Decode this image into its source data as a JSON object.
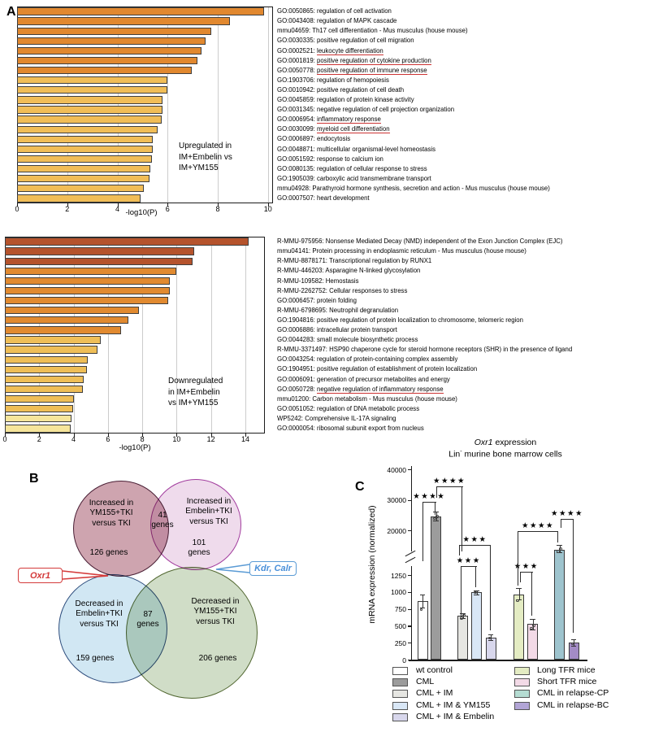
{
  "figure": {
    "panel_a": "A",
    "panel_b": "B",
    "panel_c": "C"
  },
  "chart_data": [
    {
      "type": "bar",
      "orientation": "horizontal",
      "xlabel": "-log10(P)",
      "xlim": [
        0,
        10.2
      ],
      "xticks": [
        0,
        2,
        4,
        6,
        8,
        10
      ],
      "annotation_lines": [
        "Upregulated in",
        "IM+Embelin vs",
        "IM+YM155"
      ],
      "bars": [
        {
          "id": "GO:0050865",
          "term": "regulation of cell activation",
          "value": 9.85,
          "color": "#E1882F",
          "underline": false
        },
        {
          "id": "GO:0043408",
          "term": "regulation of MAPK cascade",
          "value": 8.5,
          "color": "#E1882F",
          "underline": false
        },
        {
          "id": "mmu04659",
          "term": "Th17 cell differentiation - Mus musculus (house mouse)",
          "value": 7.75,
          "color": "#E1882F",
          "underline": false
        },
        {
          "id": "GO:0030335",
          "term": "positive regulation of cell migration",
          "value": 7.5,
          "color": "#E1882F",
          "underline": false
        },
        {
          "id": "GO:0002521",
          "term": "leukocyte differentiation",
          "value": 7.35,
          "color": "#E1882F",
          "underline": true
        },
        {
          "id": "GO:0001819",
          "term": "positive regulation of cytokine production",
          "value": 7.2,
          "color": "#E1882F",
          "underline": true
        },
        {
          "id": "GO:0050778",
          "term": "positive regulation of immune response",
          "value": 6.95,
          "color": "#E1882F",
          "underline": true
        },
        {
          "id": "GO:1903706",
          "term": "regulation of hemopoiesis",
          "value": 6.0,
          "color": "#F1BD57",
          "underline": false
        },
        {
          "id": "GO:0010942",
          "term": "positive regulation of cell death",
          "value": 5.98,
          "color": "#F1BD57",
          "underline": false
        },
        {
          "id": "GO:0045859",
          "term": "regulation of protein kinase activity",
          "value": 5.8,
          "color": "#F1BD57",
          "underline": false
        },
        {
          "id": "GO:0031345",
          "term": "negative regulation of cell projection organization",
          "value": 5.8,
          "color": "#F1BD57",
          "underline": false
        },
        {
          "id": "GO:0006954",
          "term": "inflammatory response",
          "value": 5.75,
          "color": "#F1BD57",
          "underline": true
        },
        {
          "id": "GO:0030099",
          "term": "myeloid cell differentiation",
          "value": 5.6,
          "color": "#F1BD57",
          "underline": true
        },
        {
          "id": "GO:0006897",
          "term": "endocytosis",
          "value": 5.4,
          "color": "#F1BD57",
          "underline": false
        },
        {
          "id": "GO:0048871",
          "term": "multicellular organismal-level homeostasis",
          "value": 5.4,
          "color": "#F1BD57",
          "underline": false
        },
        {
          "id": "GO:0051592",
          "term": "response to calcium ion",
          "value": 5.37,
          "color": "#F1BD57",
          "underline": false
        },
        {
          "id": "GO:0080135",
          "term": "regulation of cellular response to stress",
          "value": 5.3,
          "color": "#F1BD57",
          "underline": false
        },
        {
          "id": "GO:1905039",
          "term": "carboxylic acid transmembrane transport",
          "value": 5.27,
          "color": "#F1BD57",
          "underline": false
        },
        {
          "id": "mmu04928",
          "term": "Parathyroid hormone synthesis, secretion and action - Mus musculus (house mouse)",
          "value": 5.05,
          "color": "#F1BD57",
          "underline": false
        },
        {
          "id": "GO:0007507",
          "term": "heart development",
          "value": 4.92,
          "color": "#F1BD57",
          "underline": false
        }
      ]
    },
    {
      "type": "bar",
      "orientation": "horizontal",
      "xlabel": "-log10(P)",
      "xlim": [
        0,
        15.1
      ],
      "xticks": [
        0,
        2,
        4,
        6,
        8,
        10,
        12,
        14
      ],
      "annotation_lines": [
        "Downregulated",
        "in IM+Embelin",
        "vs IM+YM155"
      ],
      "bars": [
        {
          "id": "R-MMU-975956",
          "term": "Nonsense Mediated Decay (NMD) independent of the Exon Junction Complex (EJC)",
          "value": 14.2,
          "color": "#B5532C",
          "underline": false
        },
        {
          "id": "mmu04141",
          "term": "Protein processing in endoplasmic reticulum - Mus musculus (house mouse)",
          "value": 11.0,
          "color": "#B5532C",
          "underline": false
        },
        {
          "id": "R-MMU-8878171",
          "term": "Transcriptional regulation by RUNX1",
          "value": 10.95,
          "color": "#B5532C",
          "underline": false
        },
        {
          "id": "R-MMU-446203",
          "term": "Asparagine N-linked glycosylation",
          "value": 9.97,
          "color": "#E18A30",
          "underline": false
        },
        {
          "id": "R-MMU-109582",
          "term": "Hemostasis",
          "value": 9.6,
          "color": "#E18A30",
          "underline": false
        },
        {
          "id": "R-MMU-2262752",
          "term": "Cellular responses to stress",
          "value": 9.6,
          "color": "#E18A30",
          "underline": false
        },
        {
          "id": "GO:0006457",
          "term": "protein folding",
          "value": 9.5,
          "color": "#E18A30",
          "underline": false
        },
        {
          "id": "R-MMU-6798695",
          "term": "Neutrophil degranulation",
          "value": 7.8,
          "color": "#E18A30",
          "underline": false
        },
        {
          "id": "GO:1904816",
          "term": "positive regulation of protein localization to chromosome, telomeric region",
          "value": 7.2,
          "color": "#E18A30",
          "underline": false
        },
        {
          "id": "GO:0006886",
          "term": "intracellular protein transport",
          "value": 6.75,
          "color": "#E18A30",
          "underline": false
        },
        {
          "id": "GO:0044283",
          "term": "small molecule biosynthetic process",
          "value": 5.6,
          "color": "#EFBE57",
          "underline": false
        },
        {
          "id": "R-MMU-3371497",
          "term": "HSP90 chaperone cycle for steroid hormone receptors (SHR) in the presence of ligand",
          "value": 5.4,
          "color": "#EFBE57",
          "underline": false
        },
        {
          "id": "GO:0043254",
          "term": "regulation of protein-containing complex assembly",
          "value": 4.82,
          "color": "#EFBE57",
          "underline": false
        },
        {
          "id": "GO:1904951",
          "term": "positive regulation of establishment of protein localization",
          "value": 4.8,
          "color": "#EFBE57",
          "underline": false
        },
        {
          "id": "GO:0006091",
          "term": "generation of precursor metabolites and energy",
          "value": 4.58,
          "color": "#EFBE57",
          "underline": false
        },
        {
          "id": "GO:0050728",
          "term": "negative regulation of inflammatory response",
          "value": 4.52,
          "color": "#EFBE57",
          "underline": true
        },
        {
          "id": "mmu01200",
          "term": "Carbon metabolism - Mus musculus (house mouse)",
          "value": 4.03,
          "color": "#EFBE57",
          "underline": false
        },
        {
          "id": "GO:0051052",
          "term": "regulation of DNA metabolic process",
          "value": 3.98,
          "color": "#EFBE57",
          "underline": false
        },
        {
          "id": "WP5242",
          "term": "Comprehensive IL-17A signaling",
          "value": 3.87,
          "color": "#F6E59B",
          "underline": false
        },
        {
          "id": "GO:0000054",
          "term": "ribosomal subunit export from nucleus",
          "value": 3.84,
          "color": "#F6E59B",
          "underline": false
        }
      ]
    },
    {
      "type": "bar",
      "panel": "C",
      "title_italic": "Oxr1",
      "title_rest": " expression",
      "subtitle_pre": "Lin",
      "subtitle_sup": "-",
      "subtitle_post": " murine bone marrow cells",
      "ylabel": "mRNA expression (normalized)",
      "axis_break": true,
      "yticks_lower": [
        0,
        250,
        500,
        750,
        1000,
        1250
      ],
      "yticks_upper": [
        20000,
        30000,
        40000
      ],
      "bars": [
        {
          "label": "wt control",
          "value": 870,
          "err": [
            770,
            965
          ],
          "points": [
            740
          ],
          "color": "#FFFFFF"
        },
        {
          "label": "CML",
          "value": 24500,
          "err": [
            23300,
            26100
          ],
          "points": [
            23900,
            24500
          ],
          "color": "#9C9C9C"
        },
        {
          "label": "CML + IM",
          "value": 650,
          "err": [
            610,
            690
          ],
          "points": [
            615,
            655
          ],
          "color": "#E6E6E2"
        },
        {
          "label": "CML + IM & YM155",
          "value": 1000,
          "err": [
            965,
            1025
          ],
          "points": [
            990
          ],
          "color": "#D9E7F6"
        },
        {
          "label": "CML + IM & Embelin",
          "value": 330,
          "err": [
            290,
            375
          ],
          "points": [
            320
          ],
          "color": "#D8D7EC"
        },
        {
          "label": "Long TFR mice",
          "value": 965,
          "err": [
            890,
            1060
          ],
          "points": [
            870
          ],
          "color": "#E4ECC3"
        },
        {
          "label": "Short TFR mice",
          "value": 530,
          "err": [
            450,
            605
          ],
          "points": [
            465,
            505
          ],
          "color": "#F3DAE7"
        },
        {
          "label": "CML in relapse-CP",
          "value": 13600,
          "err": [
            12900,
            15200
          ],
          "points": [
            13100,
            13800
          ],
          "color": "#9EC4CE"
        },
        {
          "label": "CML in relapse-BC",
          "value": 250,
          "err": [
            205,
            300
          ],
          "points": [
            235
          ],
          "color": "#A38BC5"
        }
      ],
      "significance": [
        {
          "stars": "****",
          "a": 0,
          "b": 1
        },
        {
          "stars": "****",
          "a": 1,
          "b": 2
        },
        {
          "stars": "***",
          "a": 2,
          "b": 3
        },
        {
          "stars": "***",
          "a": 2,
          "b": 4
        },
        {
          "stars": "***",
          "a": 5,
          "b": 6
        },
        {
          "stars": "****",
          "a": 5,
          "b": 7
        },
        {
          "stars": "****",
          "a": 7,
          "b": 8
        }
      ]
    }
  ],
  "legend": {
    "left": [
      {
        "label": "wt control",
        "color": "#FFFFFF"
      },
      {
        "label": "CML",
        "color": "#9C9C9C"
      },
      {
        "label": "CML + IM",
        "color": "#E6E6E2"
      },
      {
        "label": "CML + IM & YM155",
        "color": "#D9E7F6"
      },
      {
        "label": "CML + IM & Embelin",
        "color": "#D8D7EC"
      }
    ],
    "right": [
      {
        "label": "Long TFR mice",
        "color": "#E4ECC3"
      },
      {
        "label": "Short TFR mice",
        "color": "#F3DAE7"
      },
      {
        "label": "CML in relapse-CP",
        "color": "#B5DCD2"
      },
      {
        "label": "CML in relapse-BC",
        "color": "#B2A5D6"
      }
    ]
  },
  "venn": {
    "top_left": {
      "lines": [
        "Increased in",
        "YM155+TKI",
        "versus TKI"
      ],
      "count_lines": [
        "126 genes"
      ]
    },
    "top_right": {
      "lines": [
        "Increased in",
        "Embelin+TKI",
        "versus TKI"
      ],
      "count_lines": [
        "101",
        "genes"
      ]
    },
    "bottom_left": {
      "lines": [
        "Decreased in",
        "Embelin+TKI",
        "versus TKI"
      ],
      "count_lines": [
        "159 genes"
      ]
    },
    "bottom_right": {
      "lines": [
        "Decreased in",
        "YM155+TKI",
        "versus TKI"
      ],
      "count_lines": [
        "206 genes"
      ]
    },
    "overlap_top_lines": [
      "41",
      "genes"
    ],
    "overlap_bottom_lines": [
      "87",
      "genes"
    ],
    "callout_left": "Oxr1",
    "callout_right": "Kdr, Calr"
  }
}
